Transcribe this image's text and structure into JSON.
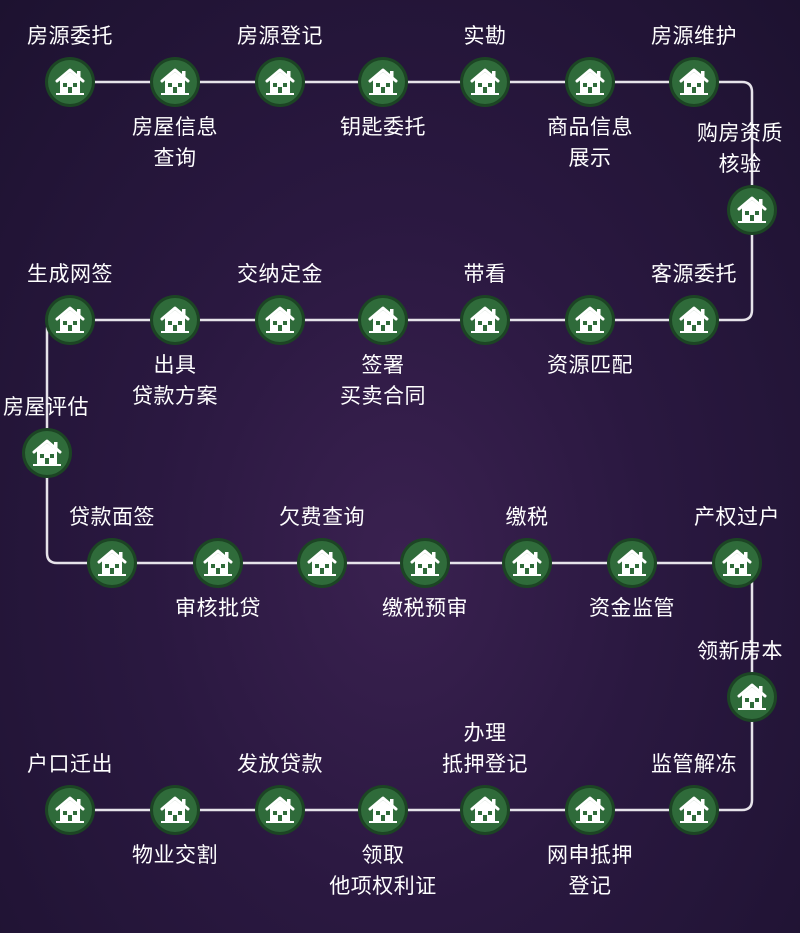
{
  "colors": {
    "background": "#2a1840",
    "connector": "#e6e3ea",
    "node_fill": "#2f6b3a",
    "node_ring": "#1c4524",
    "icon": "#ffffff",
    "text": "#ffffff"
  },
  "watermark": "",
  "steps": [
    {
      "id": "s1",
      "lines": [
        "房源委托"
      ]
    },
    {
      "id": "s2",
      "lines": [
        "房屋信息",
        "查询"
      ]
    },
    {
      "id": "s3",
      "lines": [
        "房源登记"
      ]
    },
    {
      "id": "s4",
      "lines": [
        "钥匙委托"
      ]
    },
    {
      "id": "s5",
      "lines": [
        "实勘"
      ]
    },
    {
      "id": "s6",
      "lines": [
        "商品信息",
        "展示"
      ]
    },
    {
      "id": "s7",
      "lines": [
        "房源维护"
      ]
    },
    {
      "id": "s8",
      "lines": [
        "购房资质",
        "核验"
      ]
    },
    {
      "id": "s9",
      "lines": [
        "客源委托"
      ]
    },
    {
      "id": "s10",
      "lines": [
        "资源匹配"
      ]
    },
    {
      "id": "s11",
      "lines": [
        "带看"
      ]
    },
    {
      "id": "s12",
      "lines": [
        "签署",
        "买卖合同"
      ]
    },
    {
      "id": "s13",
      "lines": [
        "交纳定金"
      ]
    },
    {
      "id": "s14",
      "lines": [
        "出具",
        "贷款方案"
      ]
    },
    {
      "id": "s15",
      "lines": [
        "生成网签"
      ]
    },
    {
      "id": "s16",
      "lines": [
        "房屋评估"
      ]
    },
    {
      "id": "s17",
      "lines": [
        "贷款面签"
      ]
    },
    {
      "id": "s18",
      "lines": [
        "审核批贷"
      ]
    },
    {
      "id": "s19",
      "lines": [
        "欠费查询"
      ]
    },
    {
      "id": "s20",
      "lines": [
        "缴税预审"
      ]
    },
    {
      "id": "s21",
      "lines": [
        "缴税"
      ]
    },
    {
      "id": "s22",
      "lines": [
        "资金监管"
      ]
    },
    {
      "id": "s23",
      "lines": [
        "产权过户"
      ]
    },
    {
      "id": "s24",
      "lines": [
        "领新房本"
      ]
    },
    {
      "id": "s25",
      "lines": [
        "监管解冻"
      ]
    },
    {
      "id": "s26",
      "lines": [
        "网申抵押",
        "登记"
      ]
    },
    {
      "id": "s27",
      "lines": [
        "办理",
        "抵押登记"
      ]
    },
    {
      "id": "s28",
      "lines": [
        "领取",
        "他项权利证"
      ]
    },
    {
      "id": "s29",
      "lines": [
        "发放贷款"
      ]
    },
    {
      "id": "s30",
      "lines": [
        "物业交割"
      ]
    },
    {
      "id": "s31",
      "lines": [
        "户口迁出"
      ]
    }
  ]
}
